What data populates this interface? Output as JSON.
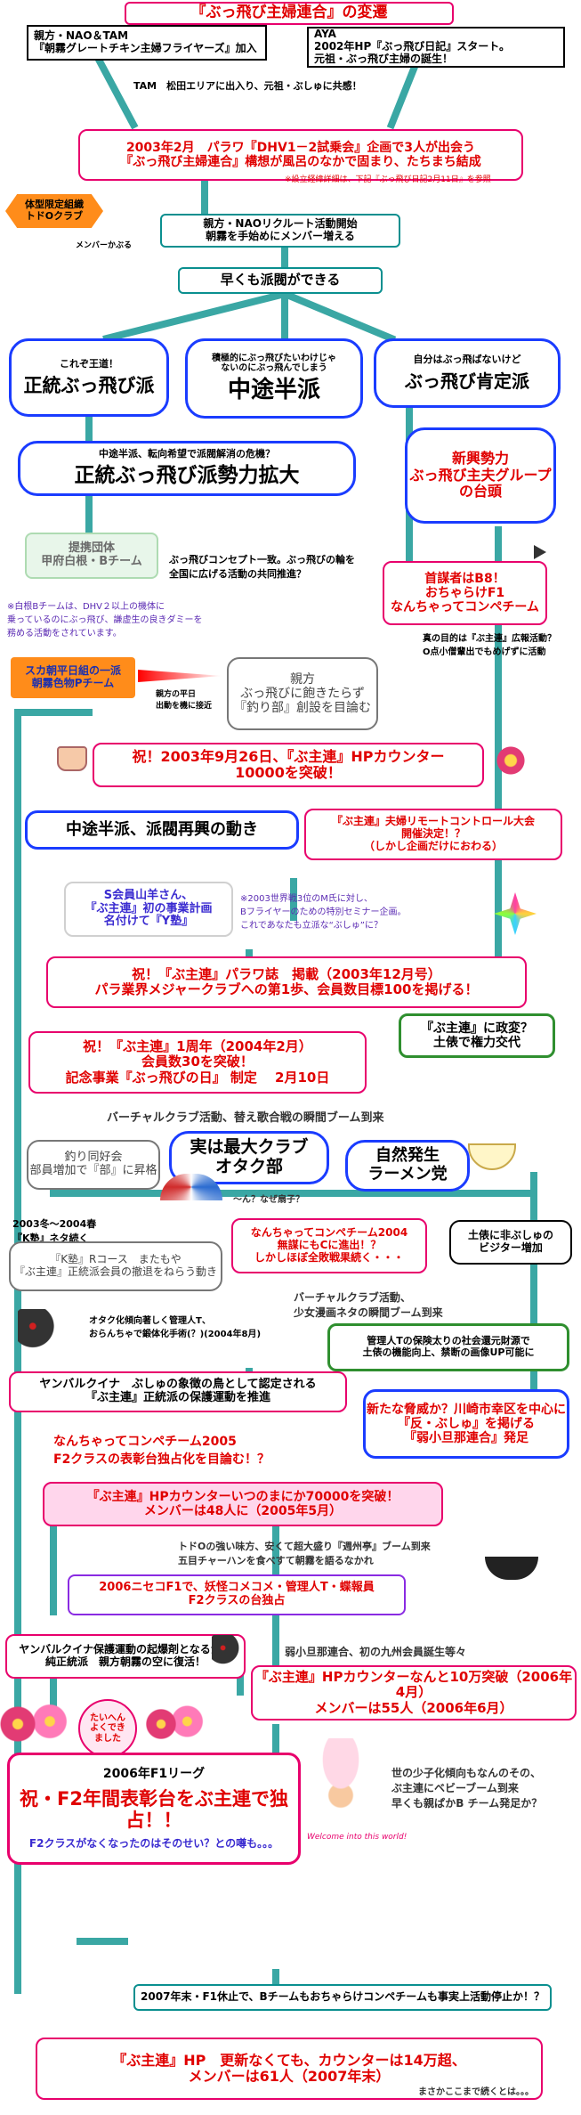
{
  "title": "『ぶっ飛び主婦連合』の変遷",
  "nodes": {
    "oyakata_start": "親方・NAO＆TAM\n『朝霧グレートチキン主婦フライヤーズ』加入",
    "aya_start": "AYA\n2002年HP『ぶっ飛び日記』スタート。\n元祖・ぶっ飛び主婦の誕生！",
    "tam_note": "TAM　松田エリアに出入り、元祖・ぶしゅに共感！",
    "feb2003": "2003年2月　パラワ『DHV1－2試乗会』企画で3人が出会う\n『ぶっ飛び主婦連合』構想が風呂のなかで固まり、たちまち結成",
    "feb2003_note": "※設立経緯詳細は、下記『ぶっ飛び日記2月11日』を参照",
    "club": "体型限定組織\nトドOクラブ",
    "member_note": "メンバーかぶる",
    "recruit": "親方・NAOリクルート活動開始\n朝霧を手始めにメンバー増える",
    "factions": "早くも派閥ができる",
    "orthodox_sub": "これぞ王道！",
    "orthodox": "正統ぶっ飛び派",
    "middle_sub": "積極的にぶっ飛びたいわけじゃ\nないのにぶっ飛んでしまう",
    "middle": "中途半派",
    "positive_sub": "自分はぶっ飛ばないけど",
    "positive": "ぶっ飛び肯定派",
    "expand_sub": "中途半派、転向希望で派閥解消の危機？",
    "expand": "正統ぶっ飛び派勢力拡大",
    "new_force": "新興勢力\nぶっ飛び主夫グループ\nの台頭",
    "support_group": "提携団体\n甲府白根・Bチーム",
    "support_note": "ぶっ飛びコンセプト一致。ぶっ飛びの輪を\n全国に広げる活動の共同推進？",
    "support_foot": "※白根Bチームは、DHV２以上の機体に\n乗っているのにぶっ飛び、謙虚生の良きダミーを\n務める活動をされています。",
    "leader": "首謀者はB8！\nおちゃらけF1\nなんちゃってコンペチーム",
    "leader_note": "真の目的は『ぶ主連』広報活動？\nO点小僧輩出でもめげずに活動",
    "suka": "スカ朝平日組の一派\n朝霧色物Pチーム",
    "suka_note": "親方の平日\n出動を機に接近",
    "fishing": "親方\nぶっ飛びに飽きたらず\n『釣り部』創設を目論む",
    "counter2003": "祝！2003年9月26日、『ぶ主連』HPカウンター\n10000を突破！",
    "reunion": "中途半派、派閥再興の動き",
    "remote": "『ぶ主連』夫婦リモートコントロール大会\n開催決定！？\n（しかし企画だけにおわる）",
    "yama": "S会員山羊さん、\n『ぶ主連』初の事業計画\n名付けて『Y塾』",
    "yama_note": "※2003世界戦3位のM氏に対し、\nBフライヤーのための特別セミナー企画。\nこれであなたも立派な“ぶしゅ”に？",
    "magazine": "祝！『ぶ主連』パラワ誌　掲載（2003年12月号）\nパラ業界メジャークラブへの第1歩、会員数目標100を掲げる！",
    "politics": "『ぶ主連』に政変？\n土俵で権力交代",
    "anniv": "祝！『ぶ主連』1周年（2004年2月）\n会員数30を突破！\n記念事業『ぶっ飛びの日』 制定　 2月10日",
    "virtual1": "バーチャルクラブ活動、替え歌合戦の瞬間ブーム到来",
    "fishing_club": "釣り同好会\n部員増加で『部』に昇格",
    "otaku": "実は最大クラブ\nオタク部",
    "ramen": "自然発生\nラーメン党",
    "sensu_note": "～ん？なぜ扇子？",
    "dohyo": "土俵に非ぶしゅの\nビジター増加",
    "neta_note": "2003冬～2004春\n『K塾』ネタ続く",
    "kjuku": "『K塾』Rコース　またもや\n『ぶ主連』正統派会員の撤退をねらう動き",
    "compe2004": "なんちゃってコンペチーム2004\n無謀にもCに進出！？\nしかしほぼ全敗戦果続く・・・",
    "virtual2": "バーチャルクラブ活動、\n少女漫画ネタの瞬間ブーム到来",
    "kanrijin": "管理人Tの保険太りの社会還元財源で\n土俵の機能向上、禁断の画像UP可能に",
    "otaku_note": "オタク化傾向著しく管理人T、\nおらんちゃで鍛体化手術(？)(2004年8月)",
    "yanbaru": "ヤンバルクイナ　ぶしゅの象徴の鳥として認定される\n『ぶ主連』正統派の保護運動を推進",
    "compe2005": "なんちゃってコンペチーム2005\nF2クラスの表彰台独占化を目論む！？",
    "kawasaki": "新たな脅威か？川崎市幸区を中心に\n『反・ぶしゅ』を掲げる\n『弱小旦那連合』発足",
    "counter2005": "『ぶ主連』HPカウンターいつのまにか70000を突破！\nメンバーは48人に（2005年5月）",
    "toto_note": "トドOの強い味方、安くて超大盛り『週州亭』ブーム到来\n五目チャーハンを食べすて朝霧を語るなかれ",
    "niseko": "2006ニセコF1で、妖怪コメコメ・管理人T・蝶報員\nF2クラスの台独占",
    "yanbaru2": "ヤンバルクイナ保護運動の起爆剤となるか？\n純正統派　親方朝霧の空に復活！",
    "kyushu_note": "弱小旦那連合、初の九州会員誕生等々",
    "counter2006": "『ぶ主連』HPカウンターなんと10万突破（2006年4月）\nメンバーは55人（2006年6月）",
    "bubble": "たいへん\nよくでき\nました",
    "f1_2006_head": "2006年F1リーグ",
    "f1_2006": "祝・F2年間表彰台をぶ主連で独占！！",
    "f1_2006_sub": "F2クラスがなくなったのはそのせい？との噂も。。。",
    "welcome": "Welcome into this world!",
    "baby": "世の少子化傾向もなんのその、\nぶ主連にベビーブーム到来\n早くも親ぱかB チーム発足か？",
    "end2007": "2007年末・F1休止で、Bチームもおちゃらけコンペチームも事実上活動停止か！？",
    "final": "『ぶ主連』HP　更新なくても、カウンターは14万超、\nメンバーは61人（2007年末）",
    "final_note": "まさかここまで続くとは。。。"
  },
  "colors": {
    "arrow_teal": "#3aa7a4",
    "red_text": "#e00000",
    "pink_border": "#e8006c",
    "blue_border": "#1a3cff",
    "green_border": "#2f8f2f"
  }
}
